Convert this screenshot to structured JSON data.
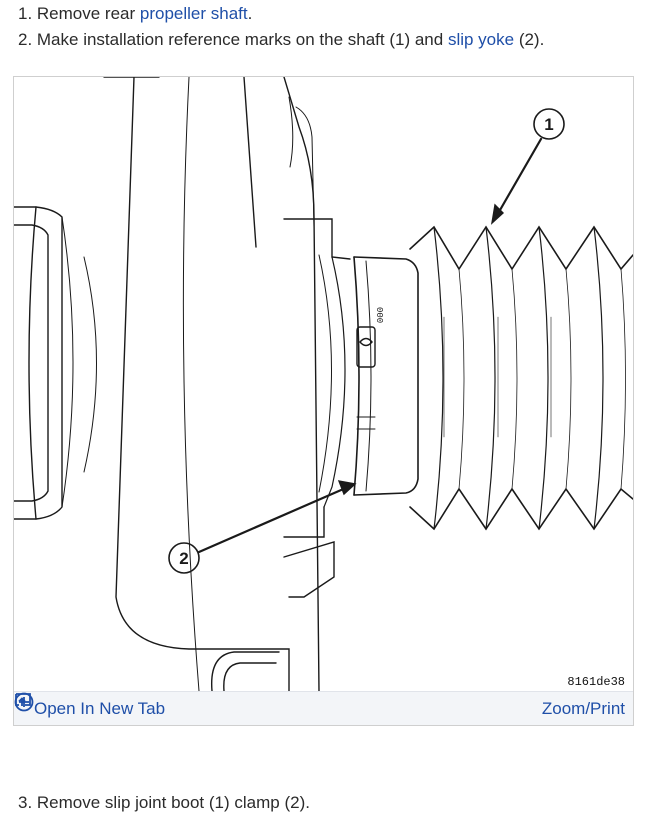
{
  "steps": [
    {
      "prefix": "1. Remove rear ",
      "link": "propeller shaft",
      "suffix": "."
    },
    {
      "prefix": "2. Make installation reference marks on the shaft (1) and ",
      "link": "slip yoke",
      "suffix": " (2)."
    },
    {
      "text": "3. Remove slip joint boot (1) clamp (2)."
    }
  ],
  "figure": {
    "callouts": [
      "1",
      "2"
    ],
    "code": "8161de38",
    "clamp_marks": "000"
  },
  "toolbar": {
    "open_label": "Open In New Tab",
    "zoom_label": "Zoom/Print"
  },
  "colors": {
    "link": "#1f4fa8",
    "toolbar_bg": "#f3f5f8"
  },
  "icons": {
    "open": "open-in-new-tab-icon",
    "zoom": "circle-plus-icon"
  }
}
